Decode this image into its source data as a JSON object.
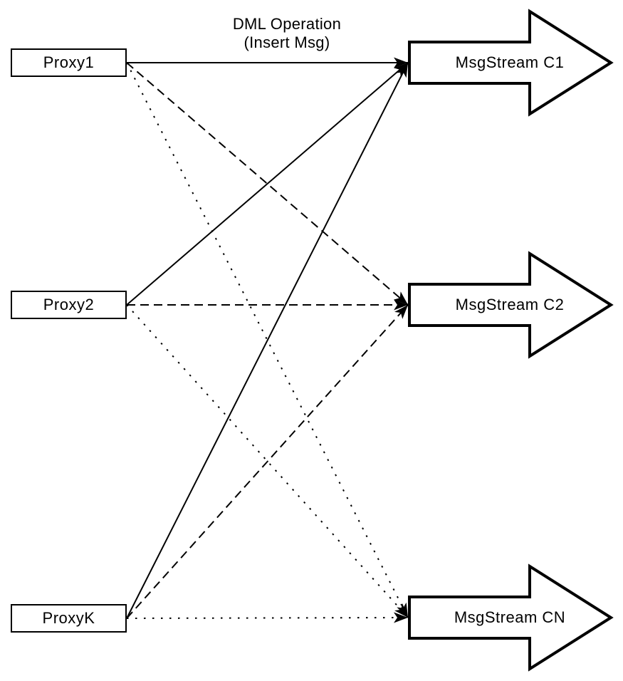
{
  "title_label": {
    "line1": "DML Operation",
    "line2": "(Insert Msg)"
  },
  "proxies": [
    {
      "id": "proxy1",
      "label": "Proxy1"
    },
    {
      "id": "proxy2",
      "label": "Proxy2"
    },
    {
      "id": "proxyk",
      "label": "ProxyK"
    }
  ],
  "streams": [
    {
      "id": "c1",
      "label": "MsgStream C1"
    },
    {
      "id": "c2",
      "label": "MsgStream C2"
    },
    {
      "id": "cn",
      "label": "MsgStream CN"
    }
  ],
  "connections": [
    {
      "from": "Proxy1",
      "to": "MsgStream C1",
      "style": "solid"
    },
    {
      "from": "Proxy1",
      "to": "MsgStream C2",
      "style": "dashed"
    },
    {
      "from": "Proxy1",
      "to": "MsgStream CN",
      "style": "dotted"
    },
    {
      "from": "Proxy2",
      "to": "MsgStream C1",
      "style": "solid"
    },
    {
      "from": "Proxy2",
      "to": "MsgStream C2",
      "style": "dashed"
    },
    {
      "from": "Proxy2",
      "to": "MsgStream CN",
      "style": "dotted"
    },
    {
      "from": "ProxyK",
      "to": "MsgStream C1",
      "style": "solid"
    },
    {
      "from": "ProxyK",
      "to": "MsgStream C2",
      "style": "dashed"
    },
    {
      "from": "ProxyK",
      "to": "MsgStream CN",
      "style": "dotted"
    }
  ],
  "colors": {
    "stroke": "#000000",
    "fill": "#ffffff",
    "background": "#ffffff"
  }
}
